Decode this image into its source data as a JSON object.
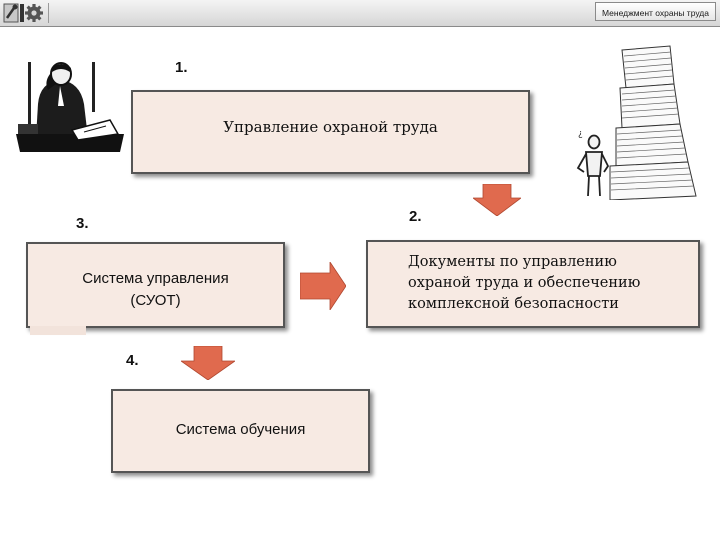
{
  "header": {
    "title": "Менеджмент охраны труда",
    "logo_icon": "tools-gear-icon"
  },
  "diagram": {
    "nodes": [
      {
        "number": "1.",
        "label": "Управление охраной труда"
      },
      {
        "number": "2.",
        "label_lines": [
          "Документы  по управлению",
          "охраной труда и обеспечению",
          "комплексной безопасности"
        ]
      },
      {
        "number": "3.",
        "label_lines": [
          "Система управления",
          "(СУОТ)"
        ]
      },
      {
        "number": "4.",
        "label": "Система обучения"
      }
    ],
    "arrows": [
      {
        "from": "1.",
        "to": "2.",
        "direction": "down"
      },
      {
        "from": "3.",
        "to": "2.",
        "direction": "right"
      },
      {
        "from": "3.",
        "to": "4.",
        "direction": "down"
      }
    ]
  },
  "colors": {
    "box_fill": "#f7eae3",
    "box_border": "#555555",
    "arrow_fill": "#e06a4e"
  },
  "images": {
    "left": "businessman-at-desk-on-phone-illustration",
    "right": "man-beside-stack-of-papers-illustration"
  }
}
